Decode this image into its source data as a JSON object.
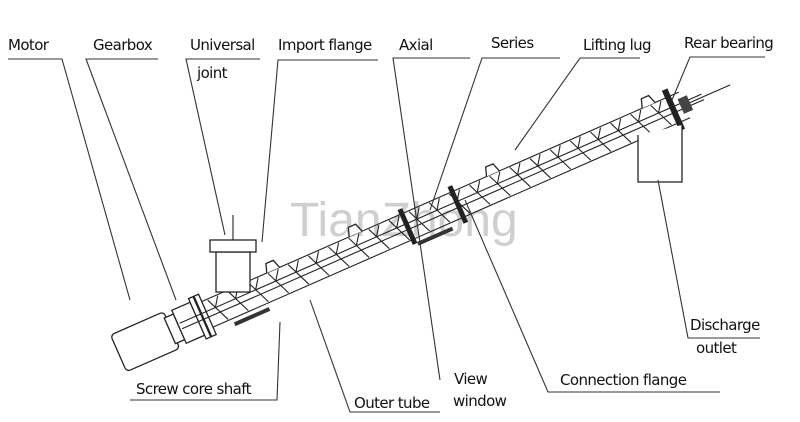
{
  "watermark": "TianZhong",
  "labels": {
    "motor": "Motor",
    "gearbox": "Gearbox",
    "universal_joint_1": "Universal",
    "universal_joint_2": "joint",
    "import_flange": "Import flange",
    "axial": "Axial",
    "series": "Series",
    "lifting_lug": "Lifting lug",
    "rear_bearing": "Rear bearing",
    "discharge_outlet_1": "Discharge",
    "discharge_outlet_2": "outlet",
    "screw_core_shaft": "Screw core shaft",
    "outer_tube": "Outer tube",
    "view_window_1": "View",
    "view_window_2": "window",
    "connection_flange": "Connection flange"
  }
}
